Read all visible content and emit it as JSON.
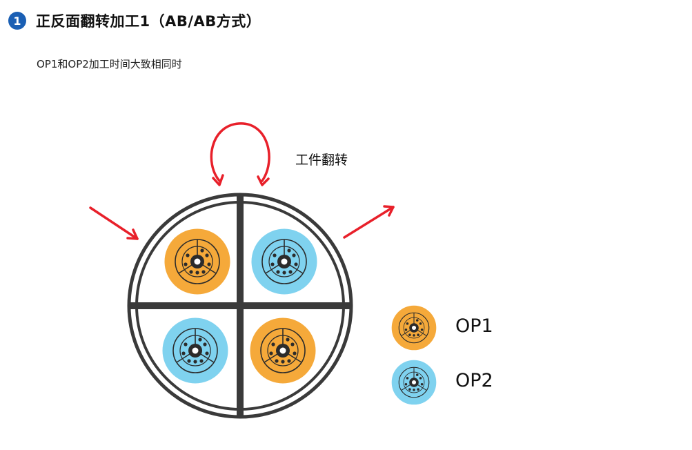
{
  "header": {
    "step_number": "1",
    "title": "正反面翻转加工1（AB/AB方式）"
  },
  "subtitle": "OP1和OP2加工时间大致相同时",
  "diagram": {
    "flip_label": "工件翻转",
    "quadrants": [
      {
        "position": "top-left",
        "op": "OP1"
      },
      {
        "position": "top-right",
        "op": "OP2"
      },
      {
        "position": "bottom-left",
        "op": "OP2"
      },
      {
        "position": "bottom-right",
        "op": "OP1"
      }
    ],
    "arrows": [
      "in-arrow",
      "out-arrow",
      "flip-arrow"
    ]
  },
  "legend": {
    "items": [
      {
        "label": "OP1",
        "color": "#f5a93a"
      },
      {
        "label": "OP2",
        "color": "#7fd2ef"
      }
    ]
  },
  "colors": {
    "op1": "#f5a93a",
    "op2": "#7fd2ef",
    "arrow": "#e8202a",
    "table": "#3a3a3a",
    "badge": "#1a5fb4"
  }
}
